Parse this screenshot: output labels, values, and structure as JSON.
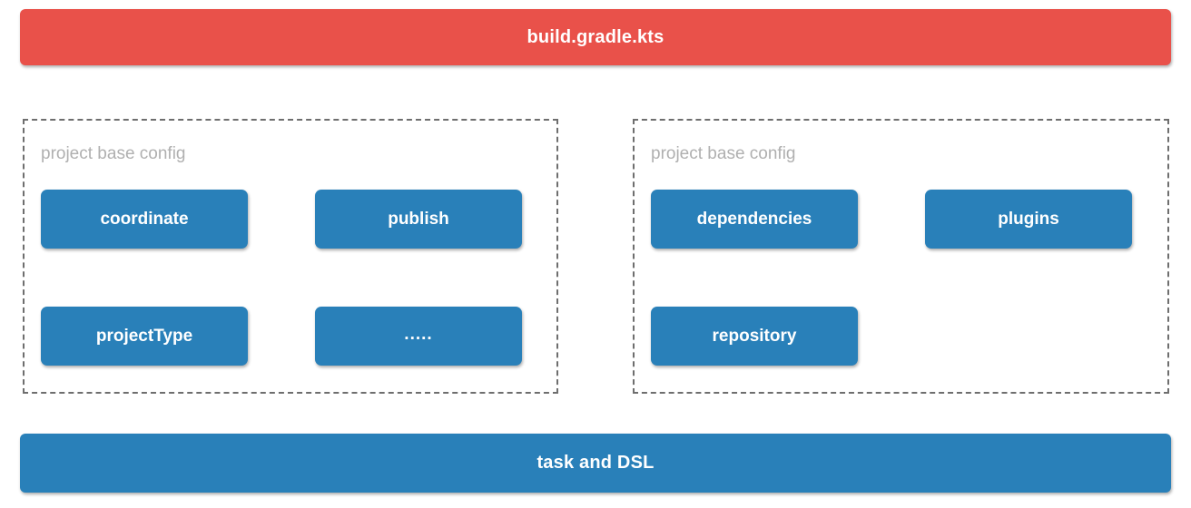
{
  "diagram": {
    "header_banner": {
      "label": "build.gradle.kts",
      "color": "#e9514a",
      "text_color": "#ffffff"
    },
    "footer_banner": {
      "label": "task and DSL",
      "color": "#2980b9",
      "text_color": "#ffffff"
    },
    "accent_colors": {
      "red": "#e9514a",
      "blue": "#2980b9",
      "dashed_border": "#6e6e6e",
      "group_label": "#b0b0b0",
      "background": "#ffffff"
    },
    "groups": [
      {
        "label": "project base config",
        "items": [
          {
            "label": "coordinate",
            "row": 1,
            "col": 1
          },
          {
            "label": "publish",
            "row": 1,
            "col": 2
          },
          {
            "label": "projectType",
            "row": 2,
            "col": 1
          },
          {
            "label": ".....",
            "row": 2,
            "col": 2
          }
        ]
      },
      {
        "label": "project base config",
        "items": [
          {
            "label": "dependencies",
            "row": 1,
            "col": 1
          },
          {
            "label": "plugins",
            "row": 1,
            "col": 2
          },
          {
            "label": "repository",
            "row": 2,
            "col": 1
          }
        ]
      }
    ]
  }
}
